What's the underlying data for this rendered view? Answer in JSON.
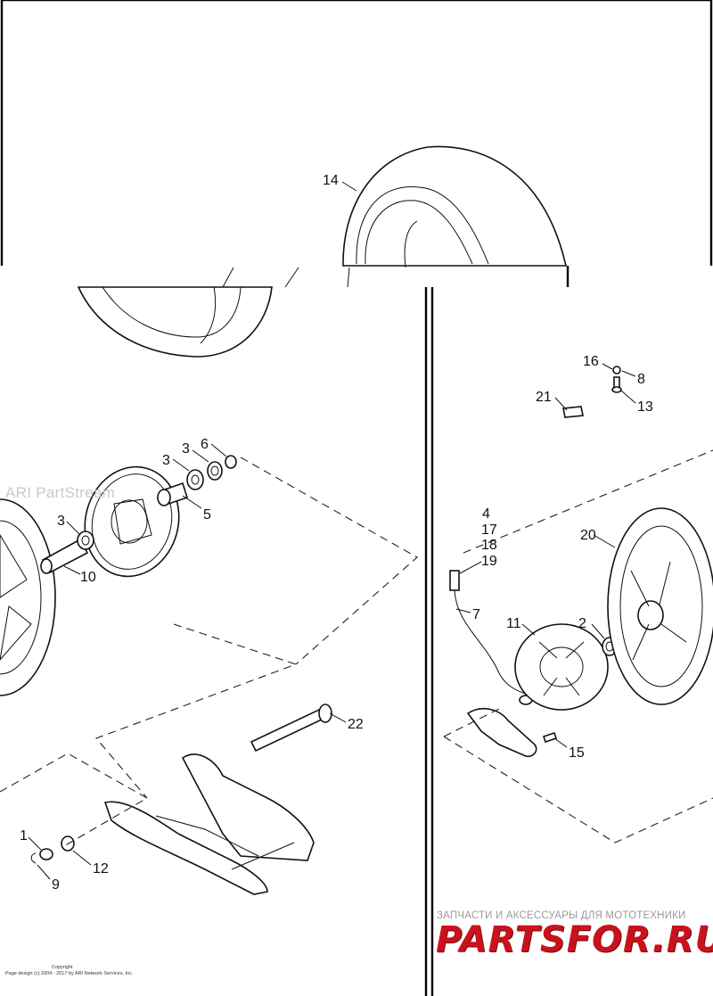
{
  "callouts": {
    "c14": "14",
    "c3a": "3",
    "c3b": "3",
    "c6": "6",
    "c5": "5",
    "c3c": "3",
    "c10": "10",
    "c22": "22",
    "c1": "1",
    "c12": "12",
    "c9": "9",
    "c16": "16",
    "c8": "8",
    "c21": "21",
    "c13": "13",
    "c4": "4",
    "c17": "17",
    "c18": "18",
    "c19": "19",
    "c7": "7",
    "c20": "20",
    "c11": "11",
    "c2": "2",
    "c15": "15"
  },
  "watermark": {
    "ari": "ARI PartStream",
    "copyright_line1": "Copyright",
    "copyright_line2": "Page design (c) 2004 - 2017 by ARI Network Services, Inc.",
    "brand_tagline": "ЗАПЧАСТИ И АКСЕССУАРЫ ДЛЯ МОТОТЕХНИКИ",
    "brand_logo": "PARTSFOR.RU"
  },
  "colors": {
    "line": "#111111",
    "background": "#ffffff",
    "brand_red": "#c9121b",
    "watermark_gray": "#c9c9c9"
  }
}
